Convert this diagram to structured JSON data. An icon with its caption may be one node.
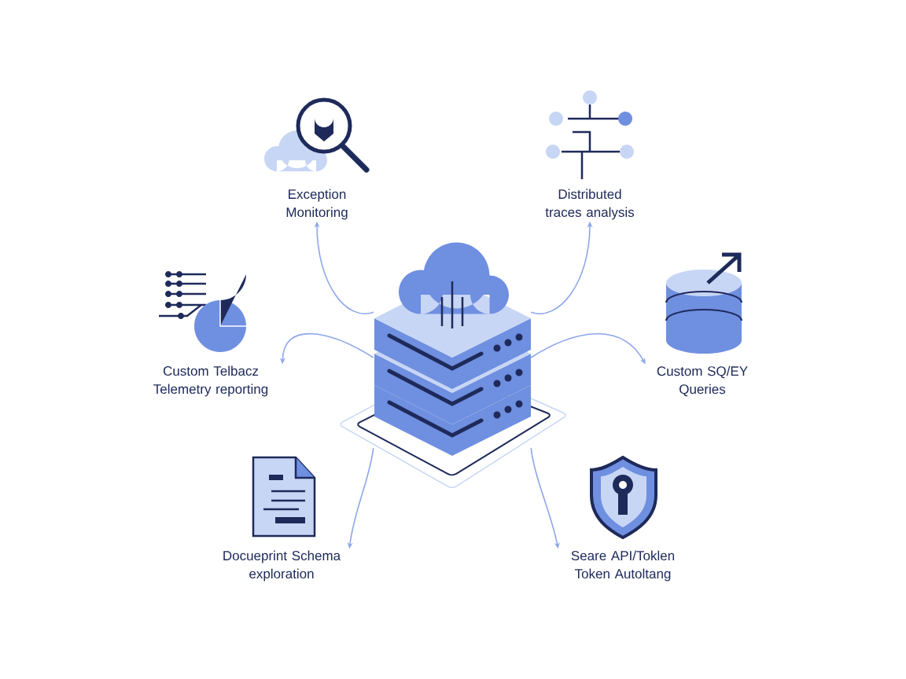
{
  "diagram": {
    "nodes": [
      {
        "text": [],
        "shape": "picture"
      },
      {
        "text": [
          "Exception Monitoring"
        ]
      },
      {
        "text": [
          "Distributed traces analysis"
        ]
      },
      {
        "text": [
          "Custom Telbacz Telemetry reporting"
        ]
      },
      {
        "text": [
          "Custom SQ/EY Queries"
        ]
      },
      {
        "text": [
          "Docueprint Schema exploration"
        ]
      },
      {
        "text": [
          "Seare API/Toklen Token Autoltang"
        ]
      }
    ],
    "edges": [
      {
        "from": 0,
        "to": 1,
        "arrow": "to"
      },
      {
        "from": 0,
        "to": 2,
        "arrow": "to"
      },
      {
        "from": 0,
        "to": 3,
        "arrow": "to"
      },
      {
        "from": 0,
        "to": 4,
        "arrow": "to"
      },
      {
        "from": 0,
        "to": 5,
        "arrow": "to"
      },
      {
        "from": 0,
        "to": 6,
        "arrow": "to"
      }
    ]
  }
}
